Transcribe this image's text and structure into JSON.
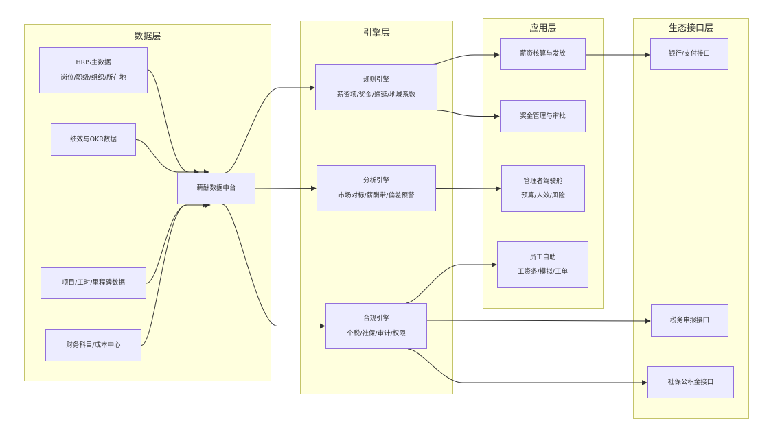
{
  "layers": {
    "data": {
      "title": "数据层"
    },
    "engine": {
      "title": "引擎层"
    },
    "app": {
      "title": "应用层"
    },
    "eco": {
      "title": "生态接口层"
    }
  },
  "nodes": {
    "hris": {
      "line1": "HRIS主数据",
      "line2": "岗位/职级/组织/所在地"
    },
    "perf": {
      "line1": "绩效与OKR数据"
    },
    "project": {
      "line1": "项目/工时/里程碑数据"
    },
    "finance": {
      "line1": "财务科目/成本中心"
    },
    "hub": {
      "line1": "薪酬数据中台"
    },
    "rules": {
      "line1": "规则引擎",
      "line2": "薪资项/奖金/递延/地域系数"
    },
    "analytics": {
      "line1": "分析引擎",
      "line2": "市场对标/薪酬带/偏差预警"
    },
    "compliance": {
      "line1": "合规引擎",
      "line2": "个税/社保/审计/权限"
    },
    "payroll": {
      "line1": "薪资核算与发放"
    },
    "bonus": {
      "line1": "奖金管理与审批"
    },
    "cockpit": {
      "line1": "管理者驾驶舱",
      "line2": "预算/人效/风险"
    },
    "selfservice": {
      "line1": "员工自助",
      "line2": "工资条/模拟/工单"
    },
    "bank": {
      "line1": "银行/支付接口"
    },
    "tax": {
      "line1": "税务申报接口"
    },
    "social": {
      "line1": "社保公积金接口"
    }
  },
  "edges": [
    {
      "from": "hris",
      "to": "hub"
    },
    {
      "from": "perf",
      "to": "hub"
    },
    {
      "from": "project",
      "to": "hub"
    },
    {
      "from": "finance",
      "to": "hub"
    },
    {
      "from": "hub",
      "to": "rules"
    },
    {
      "from": "hub",
      "to": "analytics"
    },
    {
      "from": "hub",
      "to": "compliance"
    },
    {
      "from": "rules",
      "to": "payroll"
    },
    {
      "from": "rules",
      "to": "bonus"
    },
    {
      "from": "analytics",
      "to": "cockpit"
    },
    {
      "from": "compliance",
      "to": "selfservice"
    },
    {
      "from": "payroll",
      "to": "bank"
    },
    {
      "from": "compliance",
      "to": "tax"
    },
    {
      "from": "compliance",
      "to": "social"
    }
  ],
  "colors": {
    "layer_fill": "#ffffde",
    "layer_border": "#c4c46a",
    "node_fill": "#ececff",
    "node_border": "#9370db",
    "edge": "#333333"
  }
}
